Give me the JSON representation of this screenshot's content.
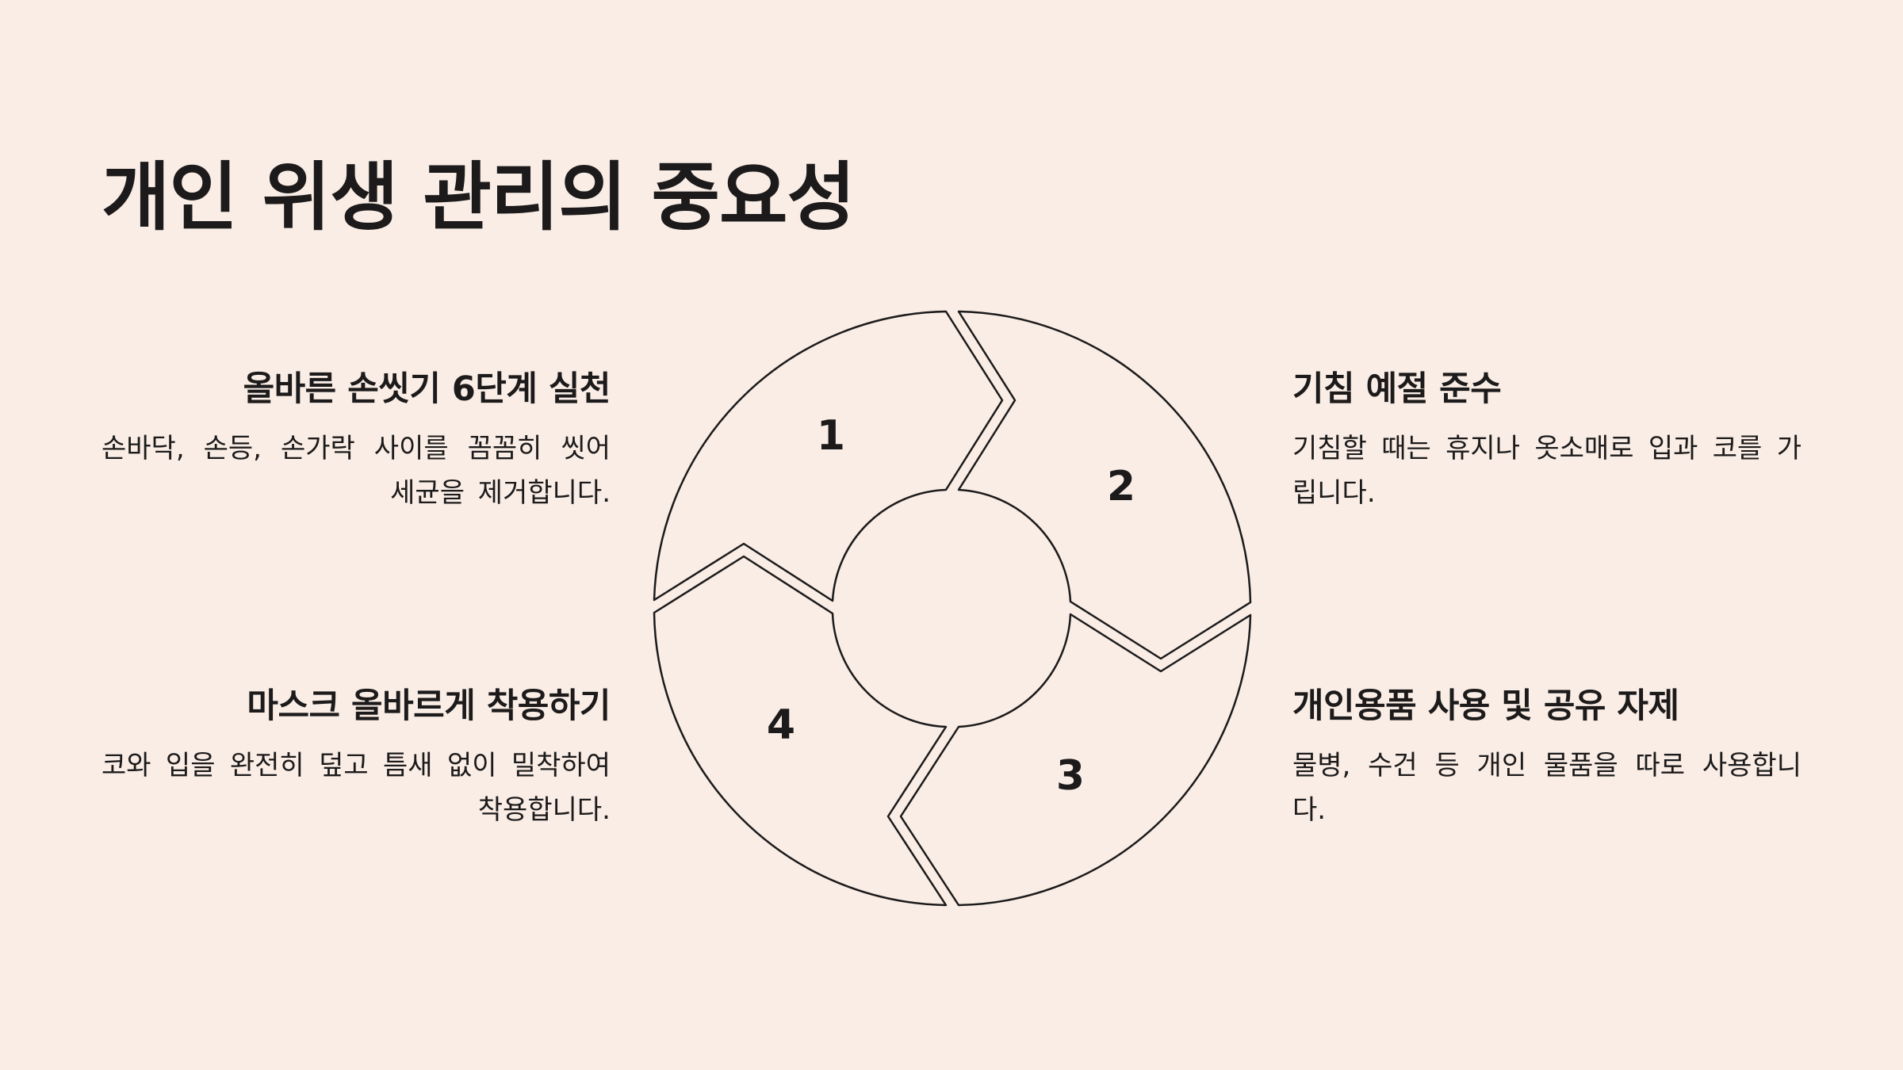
{
  "title": "개인 위생 관리의 중요성",
  "items": [
    {
      "number": "1",
      "title": "올바른 손씻기 6단계 실천",
      "description": "손바닥, 손등, 손가락 사이를 꼼꼼히 씻어 세균을 제거합니다."
    },
    {
      "number": "2",
      "title": "기침 예절 준수",
      "description": "기침할 때는 휴지나 옷소매로 입과 코를 가립니다."
    },
    {
      "number": "3",
      "title": "개인용품 사용 및 공유 자제",
      "description": "물병, 수건 등 개인 물품을 따로 사용합니다."
    },
    {
      "number": "4",
      "title": "마스크 올바르게 착용하기",
      "description": "코와 입을 완전히 덮고 틈새 없이 밀착하여 착용합니다."
    }
  ],
  "colors": {
    "background": "#f9ede6",
    "ink": "#1c1a1a"
  }
}
